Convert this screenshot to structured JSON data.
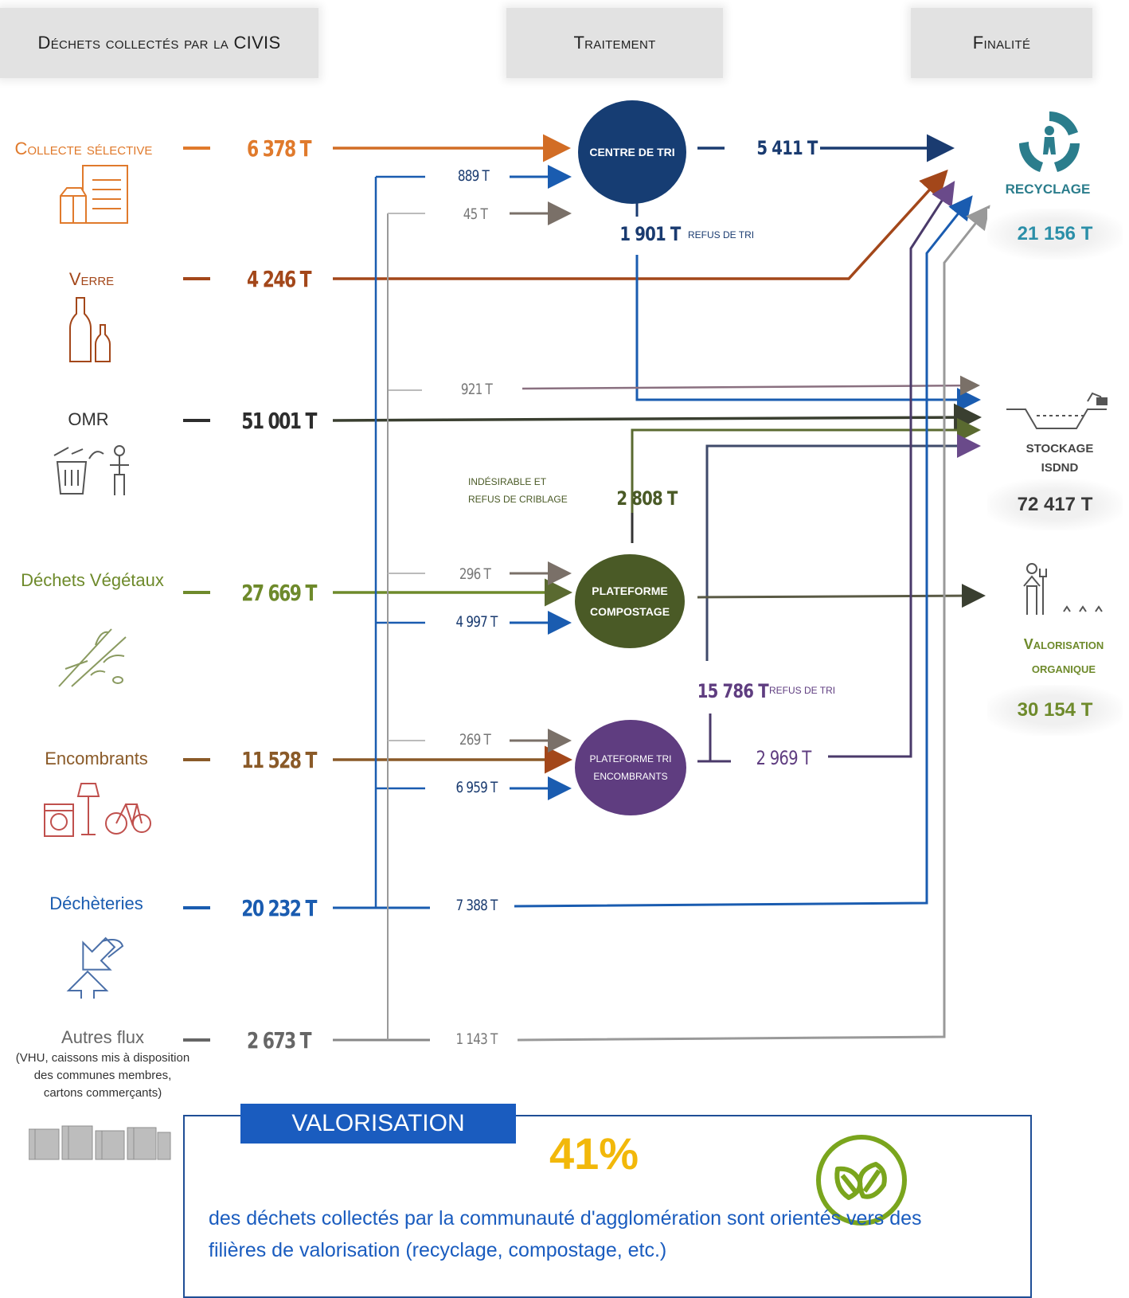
{
  "headers": {
    "collected": "Déchets collectés par la CIVIS",
    "treatment": "Traitement",
    "purpose": "Finalité"
  },
  "sources": [
    {
      "label": "Collecte sélective",
      "qty": "6 378 T",
      "color": "#e07a2c",
      "icon": "packaging-icon"
    },
    {
      "label": "Verre",
      "qty": "4 246 T",
      "color": "#a3471a",
      "icon": "bottles-icon"
    },
    {
      "label": "OMR",
      "qty": "51 001 T",
      "color": "#2d2d2d",
      "icon": "household-waste-icon"
    },
    {
      "label": "Déchets Végétaux",
      "qty": "27 669 T",
      "color": "#6e8a2b",
      "icon": "plants-icon"
    },
    {
      "label": "Encombrants",
      "qty": "11 528 T",
      "color": "#8a5a28",
      "icon": "bulky-items-icon"
    },
    {
      "label": "Déchèteries",
      "qty": "20 232 T",
      "color": "#1a5cb0",
      "icon": "recycling-center-icon"
    },
    {
      "label": "Autres flux",
      "qty": "2 673 T",
      "color": "#666666",
      "icon": "containers-icon",
      "note": [
        "(VHU, caissons mis à disposition",
        "des communes membres,",
        "cartons commerçants)"
      ]
    }
  ],
  "treatments": {
    "tri": "centre de tri",
    "compost": [
      "plateforme",
      "compostage"
    ],
    "encombrants": [
      "plateforme tri",
      "encombrants"
    ]
  },
  "flows": {
    "tri_from_decheteries": "889 T",
    "tri_from_autres": "45 T",
    "tri_to_recyclage": "5 411 T",
    "tri_refus": "1 901 T",
    "refus_de_tri": "refus de tri",
    "autres_to_stockage": "921 T",
    "compost_refus_label": [
      "indésirable et",
      "refus de criblage"
    ],
    "compost_refus": "2 808 T",
    "compost_from_autres": "296 T",
    "compost_from_decheteries": "4 997 T",
    "enc_refus": "15 786 T",
    "enc_refus_label": "refus de tri",
    "enc_to_recyclage": "2 969 T",
    "enc_from_autres": "269 T",
    "enc_from_decheteries": "6 959 T",
    "decheteries_to_recyclage": "7 388 T",
    "autres_to_recyclage": "1 143 T"
  },
  "finalities": [
    {
      "label": "RECYCLAGE",
      "total": "21 156 T",
      "color": "#2b7d8c",
      "icon": "recycling-person-icon"
    },
    {
      "label": "STOCKAGE ISDND",
      "label_lines": [
        "STOCKAGE",
        "ISDND"
      ],
      "total": "72 417 T",
      "color": "#444444",
      "icon": "landfill-icon"
    },
    {
      "label": "Valorisation organique",
      "label_lines": [
        "Valorisation",
        "organique"
      ],
      "total": "30 154 T",
      "color": "#6e8a2b",
      "icon": "gardener-icon"
    }
  ],
  "valorisation": {
    "tag": "VALORISATION",
    "percent": "41%",
    "text_line1": "des déchets collectés par la communauté d'agglomération sont orientés vers des",
    "text_line2": "filières de valorisation (recyclage, compostage, etc.)",
    "icon": "leaf-icon"
  },
  "colors": {
    "tri_node": "#163d73",
    "compost_node": "#4a5a26",
    "encombrants_node": "#5f3d80",
    "recyclage_total": "#2b8fa8",
    "stockage_total": "#3a3a3a",
    "organique_total": "#6e8a2b"
  }
}
